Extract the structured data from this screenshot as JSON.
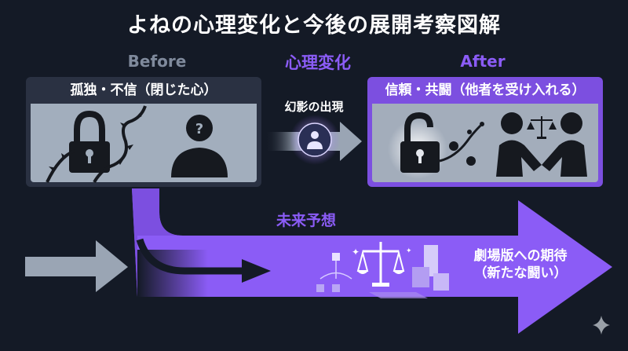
{
  "title": "よねの心理変化と今後の展開考察図解",
  "sections": {
    "before": {
      "label": "Before",
      "header": "孤独・不信（閉じた心）",
      "icons": [
        "locked-padlock",
        "thorn-vines",
        "unknown-person"
      ]
    },
    "change": {
      "label": "心理変化",
      "event": "幻影の出現",
      "icons": [
        "glowing-person-orb",
        "right-arrow"
      ]
    },
    "after": {
      "label": "After",
      "header": "信頼・共闘（他者を受け入れる）",
      "icons": [
        "unlocked-padlock",
        "blossom-branch",
        "two-people-holding-hands",
        "scales-of-justice"
      ]
    },
    "future": {
      "label": "未来予想",
      "expectation_line1": "劇場版への期待",
      "expectation_line2": "（新たな闘い）",
      "icons": [
        "flowchart",
        "scales-of-justice",
        "buildings",
        "sparkles"
      ]
    }
  },
  "colors": {
    "background": "#141a26",
    "accent_purple": "#8b5cf6",
    "panel_gray": "#a2aebd",
    "panel_header_dark": "#2a3142",
    "muted_text": "#7f8a9c"
  }
}
